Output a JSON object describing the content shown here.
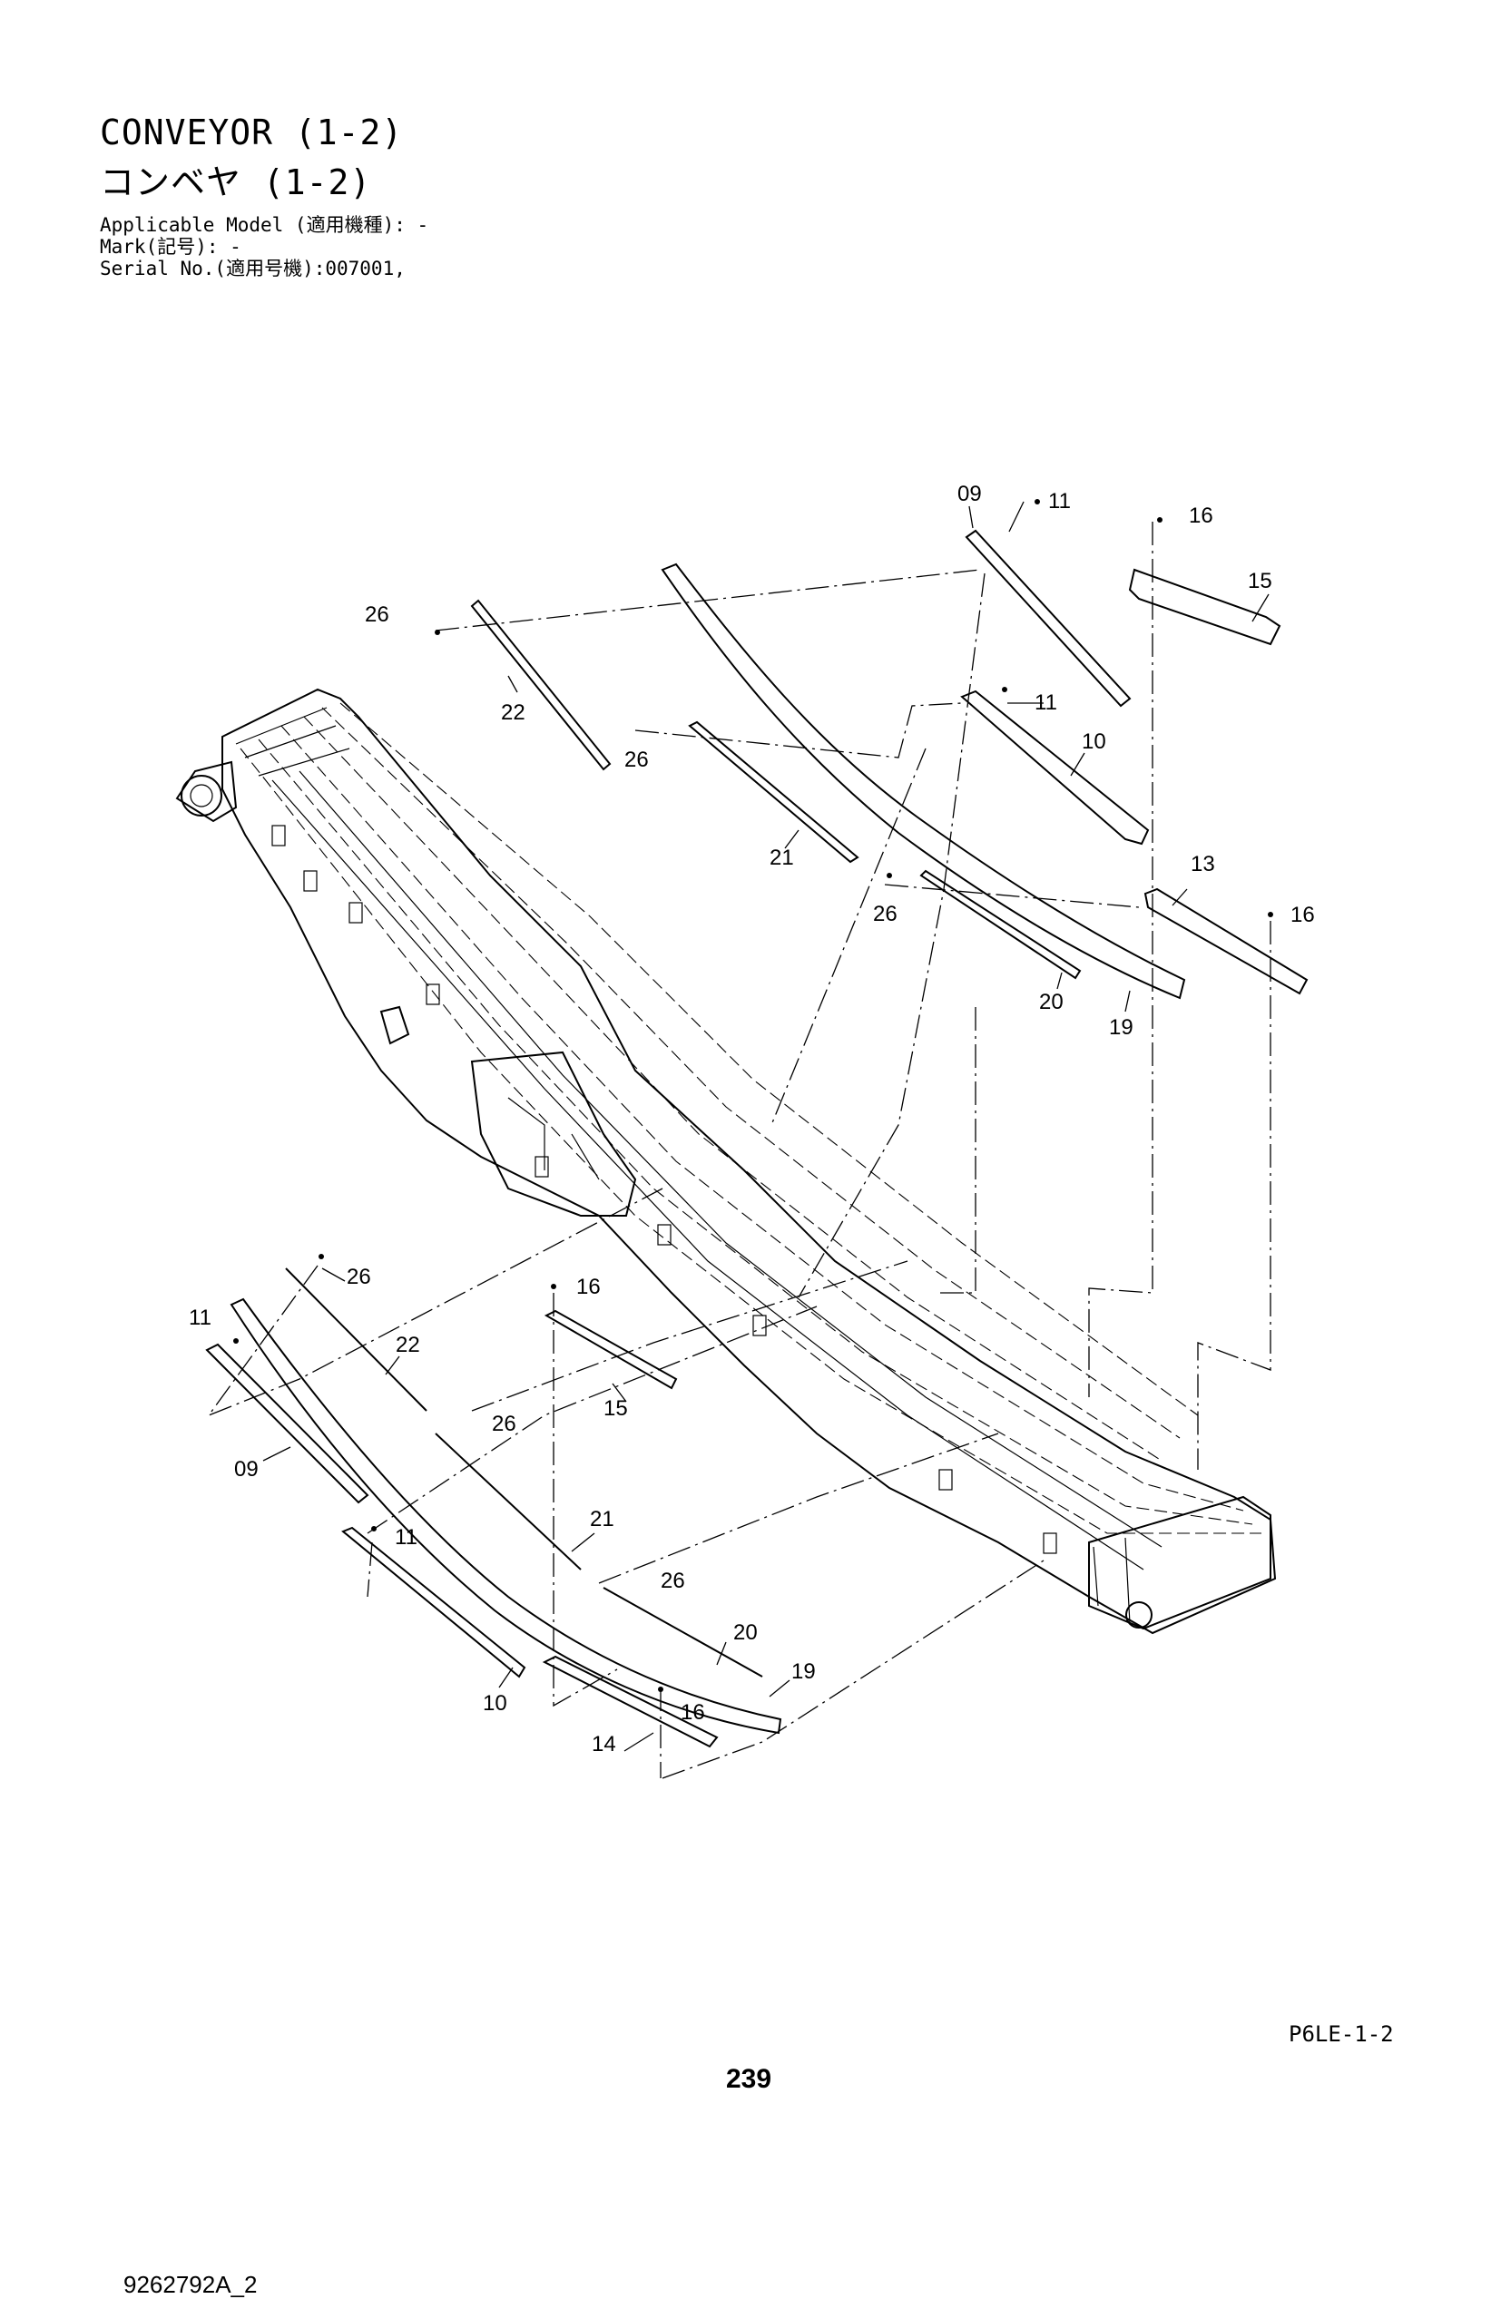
{
  "header": {
    "title_en": "CONVEYOR (1-2)",
    "title_ja": "コンベヤ (1-2)",
    "applicable_model": "Applicable Model (適用機種): -",
    "mark": "Mark(記号): -",
    "serial_no": "Serial No.(適用号機):007001,"
  },
  "callouts": {
    "c09_top": "09",
    "c11_top": "11",
    "c16_top": "16",
    "c15_top": "15",
    "c26_a": "26",
    "c22_top": "22",
    "c11_mid": "11",
    "c10_top": "10",
    "c26_b": "26",
    "c21_top": "21",
    "c13": "13",
    "c26_c": "26",
    "c16_mid": "16",
    "c20_top": "20",
    "c19_top": "19",
    "c26_d": "26",
    "c11_left": "11",
    "c22_low": "22",
    "c16_low": "16",
    "c09_low": "09",
    "c15_low": "15",
    "c26_e": "26",
    "c11_low": "11",
    "c21_low": "21",
    "c26_f": "26",
    "c20_low": "20",
    "c19_low": "19",
    "c10_low": "10",
    "c16_bot": "16",
    "c14": "14"
  },
  "footer": {
    "drawing_id": "9262792A_2",
    "section_code": "P6LE-1-2",
    "page_number": "239"
  }
}
